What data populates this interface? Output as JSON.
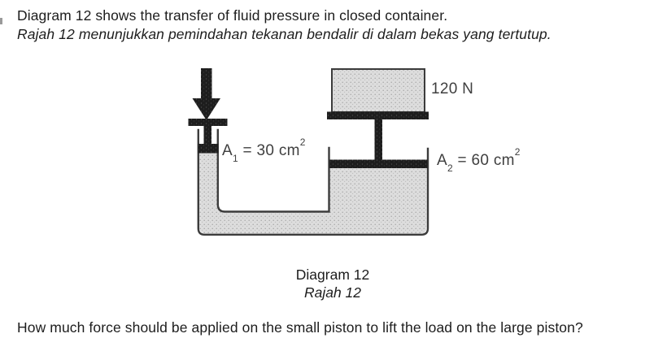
{
  "page": {
    "intro": {
      "line1": "Diagram 12 shows the transfer of fluid pressure in closed container.",
      "line2": "Rajah 12 menunjukkan pemindahan tekanan bendalir di dalam bekas yang tertutup."
    },
    "diagram": {
      "force_label": "120 N",
      "area1": {
        "base": "A",
        "sub": "1",
        "mid": " = 30 cm",
        "sup": "2"
      },
      "area2": {
        "base": "A",
        "sub": "2",
        "mid": " = 60 cm",
        "sup": "2"
      },
      "icons": {
        "applied_force": "down-arrow-icon"
      },
      "parts": {
        "small_piston": "small piston",
        "large_piston": "large piston",
        "load": "load block",
        "fluid": "fluid",
        "container": "closed container"
      }
    },
    "caption": {
      "line1": "Diagram 12",
      "line2": "Rajah 12"
    },
    "question": "How much force should be applied on the small piston to lift the load on the large piston?",
    "colors": {
      "background": "#ffffff",
      "ink": "#1d1d1d",
      "label_text": "#3f3f3f",
      "outline": "#3c3c3c",
      "fluid_fill": "#dddddd",
      "stipple_dot": "#a6a6a6",
      "dark_element": "#1e1e1e"
    }
  }
}
